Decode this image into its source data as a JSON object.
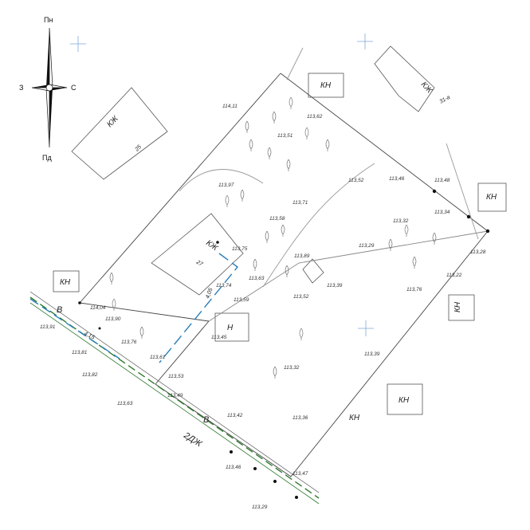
{
  "compass": {
    "north": "Пн",
    "south": "Пд",
    "west": "З",
    "east": "С"
  },
  "buildings": {
    "kn": "КН",
    "kzh": "КЖ",
    "n": "Н",
    "n25": "25",
    "n27": "27",
    "n31": "31-а"
  },
  "roads": {
    "v": "В",
    "dzh": "2ДЖ",
    "dim1": "4,15",
    "dim2": "4,05"
  },
  "elevations": [
    "114,11",
    "113,62",
    "113,51",
    "113,97",
    "113,52",
    "113,46",
    "113,48",
    "113,71",
    "113,58",
    "113,32",
    "113,34",
    "113,75",
    "113,29",
    "113,28",
    "113,89",
    "113,63",
    "113,22",
    "113,74",
    "113,59",
    "113,52",
    "113,39",
    "113,76",
    "114,04",
    "113,90",
    "113,91",
    "113,76",
    "113,45",
    "113,81",
    "113,61",
    "113,39",
    "113,82",
    "113,53",
    "113,32",
    "113,49",
    "113,63",
    "113,42",
    "113,36",
    "113,46",
    "113,47",
    "113,29"
  ]
}
